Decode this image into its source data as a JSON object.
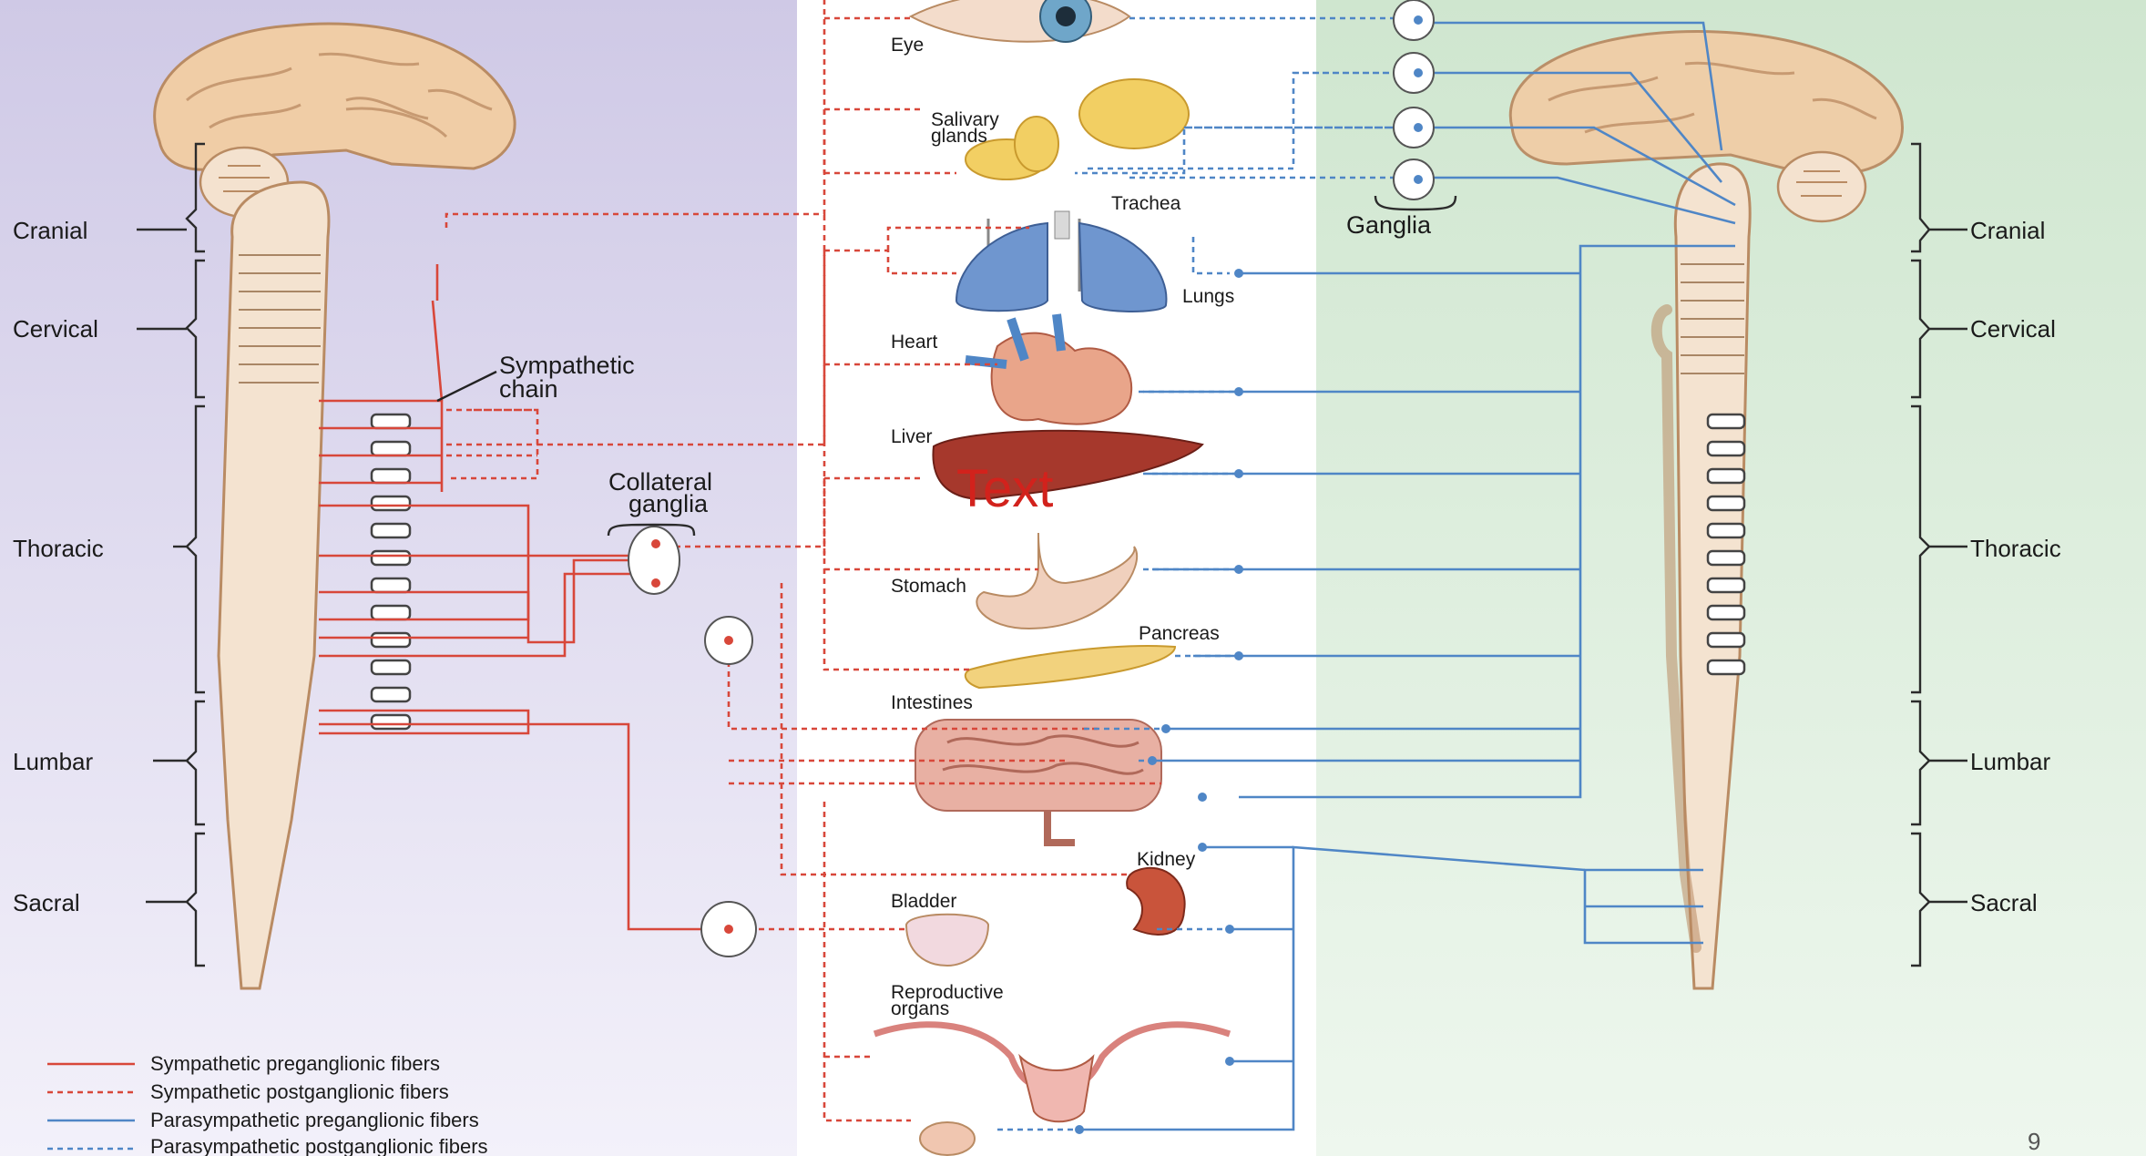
{
  "regions_left": [
    "Cranial",
    "Cervical",
    "Thoracic",
    "Lumbar",
    "Sacral"
  ],
  "regions_right": [
    "Cranial",
    "Cervical",
    "Thoracic",
    "Lumbar",
    "Sacral"
  ],
  "organs": {
    "eye": "Eye",
    "salivary_1": "Salivary",
    "salivary_2": "glands",
    "trachea": "Trachea",
    "lungs": "Lungs",
    "heart": "Heart",
    "liver": "Liver",
    "stomach": "Stomach",
    "pancreas": "Pancreas",
    "intestines": "Intestines",
    "kidney": "Kidney",
    "bladder": "Bladder",
    "reproductive_1": "Reproductive",
    "reproductive_2": "organs"
  },
  "labels": {
    "sympathetic_chain_1": "Sympathetic",
    "sympathetic_chain_2": "chain",
    "collateral_1": "Collateral",
    "collateral_2": "ganglia",
    "ganglia": "Ganglia",
    "overlay_text": "Text"
  },
  "legend": [
    "Sympathetic preganglionic fibers",
    "Sympathetic postganglionic fibers",
    "Parasympathetic preganglionic fibers",
    "Parasympathetic postganglionic fibers"
  ],
  "page_number": "9",
  "colors": {
    "sympathetic": "#d8473a",
    "parasympathetic": "#4f86c6",
    "left_panel": "#d5d0ea",
    "right_panel": "#d7ebd6"
  }
}
